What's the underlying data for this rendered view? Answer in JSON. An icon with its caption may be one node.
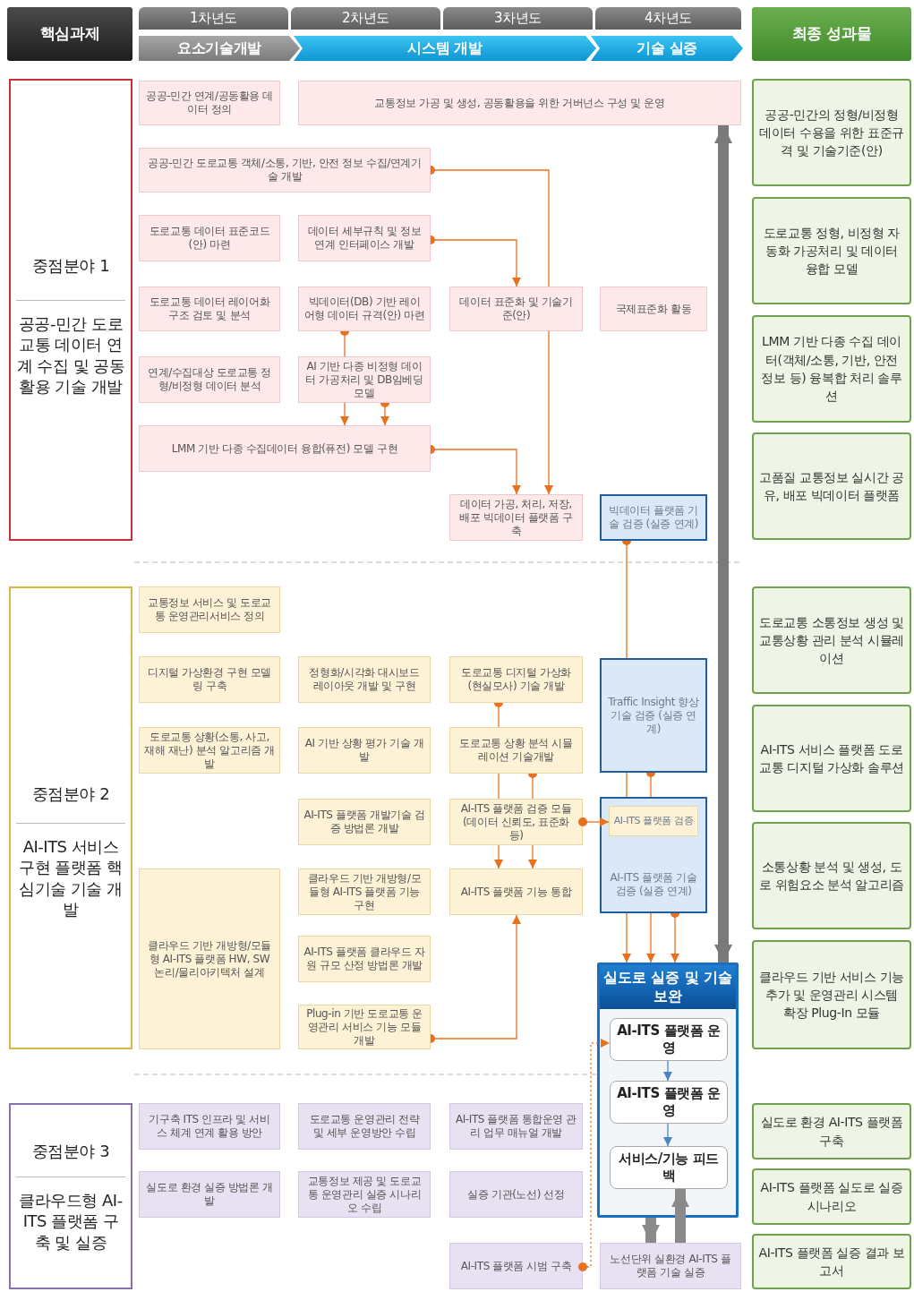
{
  "diagram": {
    "nodes": [
      {
        "text": [
          "핵심과제"
        ]
      },
      {
        "text": [
          "1차년도"
        ]
      },
      {
        "text": [
          "2차년도"
        ]
      },
      {
        "text": [
          "3차년도"
        ]
      },
      {
        "text": [
          "4차년도"
        ]
      },
      {
        "text": [
          "최종 성과물"
        ]
      },
      {
        "text": [
          "요소기술개발"
        ]
      },
      {
        "text": [
          "시스템 개발"
        ]
      },
      {
        "text": [
          "기술 실증"
        ]
      },
      {
        "text": [
          "중점분야 1",
          "공공-민간 도로교통 데이터 연계 수집 및 공동활용 기술 개발"
        ]
      },
      {
        "text": [
          "공공-민간 연계/공동활용 데이터 정의"
        ]
      },
      {
        "text": [
          "교통정보 가공 및 생성, 공동활용을 위한 거버넌스 구성 및 운영"
        ]
      },
      {
        "text": [
          "공공-민간 도로교통 객체/소통, 기반, 안전 정보 수집/연계기술 개발"
        ]
      },
      {
        "text": [
          "도로교통 데이터 표준코드(안) 마련"
        ]
      },
      {
        "text": [
          "데이터 세부규칙 및 정보연계 인터페이스 개발"
        ]
      },
      {
        "text": [
          "도로교통 데이터 레이어화 구조 검토 및 분석"
        ]
      },
      {
        "text": [
          "빅데이터(DB) 기반 레이어형 데이터 규격(안) 마련"
        ]
      },
      {
        "text": [
          "데이터 표준화 및 기술기준(안)"
        ]
      },
      {
        "text": [
          "국제표준화 활동"
        ]
      },
      {
        "text": [
          "연계/수집대상 도로교통 정형/비정형 데이터 분석"
        ]
      },
      {
        "text": [
          "AI 기반 다종 비정형 데이터 가공처리 및 DB임베딩 모델"
        ]
      },
      {
        "text": [
          "LMM 기반 다종 수집데이터 융합(퓨전) 모델 구현"
        ]
      },
      {
        "text": [
          "데이터 가공, 처리, 저장, 배포 빅데이터 플랫폼 구축"
        ]
      },
      {
        "text": [
          "빅데이터 플랫폼 기술 검증 (실증 연계)"
        ]
      },
      {
        "text": [
          "공공-민간의 정형/비정형 데이터 수용을 위한 표준규격 및 기술기준(안)"
        ]
      },
      {
        "text": [
          "도로교통 정형, 비정형 자동화 가공처리 및 데이터 융합 모델"
        ]
      },
      {
        "text": [
          "LMM 기반 다종 수집 데이터(객체/소통, 기반, 안전 정보 등) 융복합 처리 솔루션"
        ]
      },
      {
        "text": [
          "고품질 교통정보 실시간 공유, 배포 빅데이터 플랫폼"
        ]
      },
      {
        "text": [
          "중점분야 2",
          "AI-ITS 서비스 구현 플랫폼 핵심기술 기술 개발"
        ]
      },
      {
        "text": [
          "교통정보 서비스 및 도로교통 운영관리서비스 정의"
        ]
      },
      {
        "text": [
          "디지털 가상환경 구현 모델링 구축"
        ]
      },
      {
        "text": [
          "정형화/시각화 대시보드 레이아웃 개발 및 구현"
        ]
      },
      {
        "text": [
          "도로교통 디지털 가상화 (현실모사) 기술 개발"
        ]
      },
      {
        "text": [
          "Traffic Insight 향상 기술 검증 (실증 연계)"
        ]
      },
      {
        "text": [
          "도로교통 상황(소통, 사고, 재해 재난) 분석 알고리즘 개발"
        ]
      },
      {
        "text": [
          "AI 기반 상황 평가 기술 개발"
        ]
      },
      {
        "text": [
          "도로교통 상황 분석 시뮬레이션 기술개발"
        ]
      },
      {
        "text": [
          "AI-ITS 플랫폼 개발기술 검증 방법론 개발"
        ]
      },
      {
        "text": [
          "AI-ITS 플랫폼 검증 모듈 (데이터 신뢰도, 표준화 등)"
        ]
      },
      {
        "text": [
          "AI-ITS 플랫폼 기술 검증 (실증 연계)"
        ]
      },
      {
        "text": [
          "AI-ITS 플랫폼 검증"
        ],
        "in": 39
      },
      {
        "text": [
          "클라우드 기반 개방형/모듈형 AI-ITS 플랫폼 HW, SW 논리/물리아키텍처 설계"
        ]
      },
      {
        "text": [
          "클라우드 기반 개방형/모듈형 AI-ITS 플랫폼 기능 구현"
        ]
      },
      {
        "text": [
          "AI-ITS 플랫폼 기능 통합"
        ]
      },
      {
        "text": [
          "AI-ITS 플랫폼 클라우드 자원 규모 산정 방법론 개발"
        ]
      },
      {
        "text": [
          "실도로 실증 및 기술보완"
        ]
      },
      {
        "text": [
          "AI-ITS 플랫폼 운영"
        ],
        "in": 45
      },
      {
        "text": [
          "AI-ITS 플랫폼 운영"
        ],
        "in": 45
      },
      {
        "text": [
          "서비스/기능 피드백"
        ],
        "in": 45
      },
      {
        "text": [
          "Plug-in 기반 도로교통 운영관리 서비스 기능 모듈 개발"
        ]
      },
      {
        "text": [
          "도로교통 소통정보 생성 및 교통상황 관리 분석 시뮬레이션"
        ]
      },
      {
        "text": [
          "AI-ITS 서비스 플랫폼 도로교통 디지털 가상화 솔루션"
        ]
      },
      {
        "text": [
          "소통상황 분석 및 생성, 도로 위험요소 분석 알고리즘"
        ]
      },
      {
        "text": [
          "클라우드 기반 서비스 기능 추가 및 운영관리 시스템 확장 Plug-In 모듈"
        ]
      },
      {
        "text": [
          "중점분야 3",
          "클라우드형 AI-ITS 플랫폼 구축 및 실증"
        ]
      },
      {
        "text": [
          "기구축 ITS 인프라 및 서비스 체계 연계 활용 방안"
        ]
      },
      {
        "text": [
          "도로교통 운영관리 전략 및 세부 운영방안 수립"
        ]
      },
      {
        "text": [
          "AI-ITS 플랫폼 통합운영 관리 업무 매뉴얼 개발"
        ]
      },
      {
        "text": [
          "실도로 환경 실증 방법론 개발"
        ]
      },
      {
        "text": [
          "교통정보 제공 및 도로교통 운영관리 실증 시나리오 수립"
        ]
      },
      {
        "text": [
          "실증 기관(노선) 선정"
        ]
      },
      {
        "text": [
          "AI-ITS 플랫폼 시범 구축"
        ]
      },
      {
        "text": [
          "노선단위 실환경 AI-ITS 플랫폼 기술 실증"
        ]
      },
      {
        "text": [
          "실도로 환경 AI-ITS 플랫폼 구축"
        ]
      },
      {
        "text": [
          "AI-ITS 플랫폼 실도로 실증 시나리오"
        ]
      },
      {
        "text": [
          "AI-ITS 플랫폼 실증 결과 보고서"
        ]
      }
    ],
    "edges": [
      {
        "from": 12,
        "to": 17,
        "arrow": "other"
      },
      {
        "from": 17,
        "to": 22,
        "arrow": "to"
      },
      {
        "from": 14,
        "to": 17,
        "arrow": "to"
      },
      {
        "from": 16,
        "to": 20,
        "arrow": "other"
      },
      {
        "from": 20,
        "to": 21,
        "arrow": "to"
      },
      {
        "from": 20,
        "to": 21,
        "arrow": "to"
      },
      {
        "from": 21,
        "to": 22,
        "arrow": "to"
      },
      {
        "from": 23,
        "to": 33,
        "arrow": "other"
      },
      {
        "from": 33,
        "to": 39,
        "arrow": "none"
      },
      {
        "from": 39,
        "to": 45,
        "arrow": "to"
      },
      {
        "from": 45,
        "to": 11,
        "arrow": "both",
        "style": "thick",
        "color": "#7a7a7a"
      },
      {
        "from": 32,
        "to": 36,
        "arrow": "other"
      },
      {
        "from": 36,
        "to": 38,
        "arrow": "none"
      },
      {
        "from": 38,
        "to": 43,
        "arrow": "to"
      },
      {
        "from": 36,
        "to": 38,
        "arrow": "other"
      },
      {
        "from": 38,
        "to": 43,
        "arrow": "to"
      },
      {
        "from": 38,
        "to": 40,
        "arrow": "to"
      },
      {
        "from": 33,
        "to": 39,
        "arrow": "other"
      },
      {
        "from": 39,
        "to": 45,
        "arrow": "to"
      },
      {
        "from": 39,
        "to": 45,
        "arrow": "to"
      },
      {
        "from": 49,
        "to": 43,
        "arrow": "to"
      },
      {
        "from": 46,
        "to": 47,
        "arrow": "to",
        "color": "#4a86c5"
      },
      {
        "from": 47,
        "to": 48,
        "arrow": "to",
        "color": "#4a86c5"
      },
      {
        "from": 45,
        "to": 62,
        "arrow": "to",
        "style": "thick",
        "color": "#8a8a8a"
      },
      {
        "from": 62,
        "to": 48,
        "arrow": "to",
        "style": "thick",
        "color": "#8a8a8a"
      },
      {
        "from": 61,
        "to": 46,
        "arrow": "to",
        "style": "dashed"
      }
    ]
  }
}
